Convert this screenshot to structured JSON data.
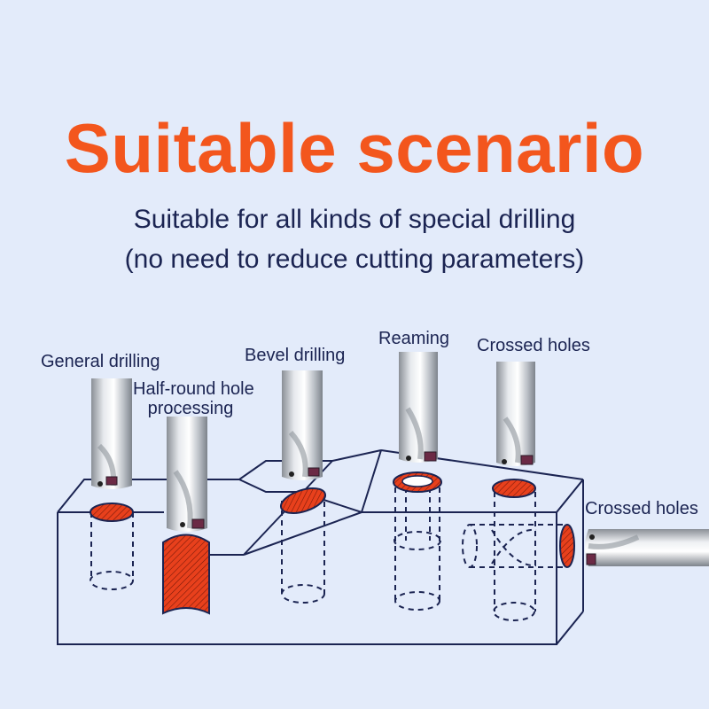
{
  "heading": {
    "title": "Suitable scenario",
    "subtitle_line1": "Suitable for all kinds of special drilling",
    "subtitle_line2": "(no need to reduce cutting parameters)"
  },
  "labels": {
    "general_drilling": "General drilling",
    "half_round_line1": "Half-round hole",
    "half_round_line2": "processing",
    "bevel_drilling": "Bevel drilling",
    "reaming": "Reaming",
    "crossed_holes_top": "Crossed holes",
    "crossed_holes_side": "Crossed holes"
  },
  "colors": {
    "title": "#f3561d",
    "text": "#1b2452",
    "hole_fill": "#e8401c",
    "outline": "#1b2452",
    "background": "#e3ebfa"
  }
}
